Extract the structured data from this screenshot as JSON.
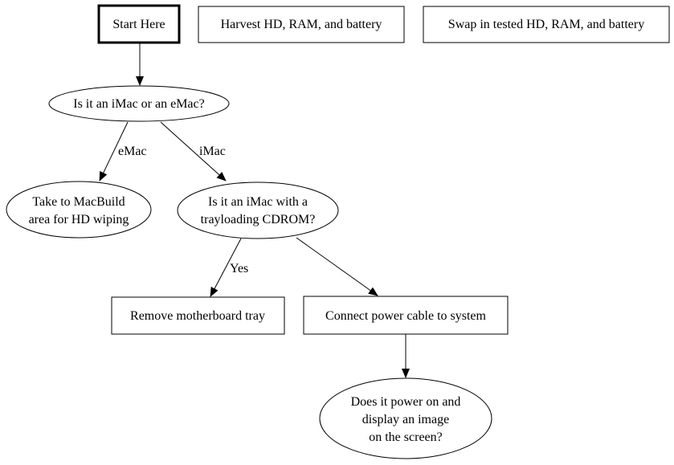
{
  "flowchart": {
    "nodes": {
      "start": "Start Here",
      "harvest": "Harvest HD, RAM, and battery",
      "swap": "Swap in tested HD, RAM, and battery",
      "imac_or_emac": "Is it an iMac or an eMac?",
      "macbuild": [
        "Take to MacBuild",
        "area for HD wiping"
      ],
      "trayloading": [
        "Is it an iMac with a",
        "trayloading CDROM?"
      ],
      "remove_tray": "Remove motherboard tray",
      "connect_power": "Connect power cable to system",
      "power_on": [
        "Does it power on and",
        "display an image",
        "on the screen?"
      ]
    },
    "edges": {
      "emac": "eMac",
      "imac": "iMac",
      "yes": "Yes"
    }
  }
}
